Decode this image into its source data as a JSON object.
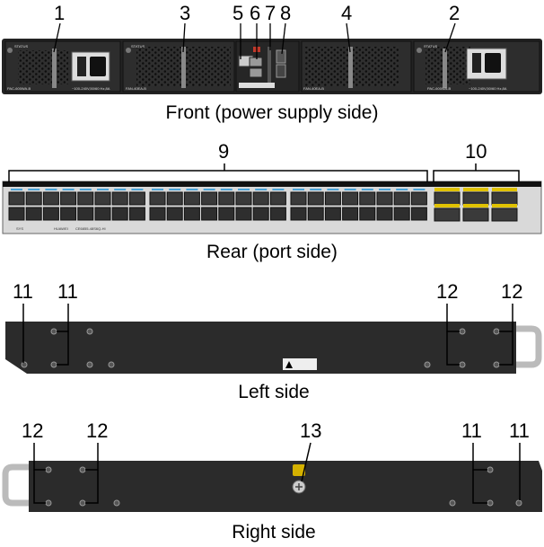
{
  "callouts": {
    "n1": "1",
    "n2": "2",
    "n3": "3",
    "n4": "4",
    "n5": "5",
    "n6": "6",
    "n7": "7",
    "n8": "8",
    "n9": "9",
    "n10": "10",
    "n11": "11",
    "n12": "12",
    "n13": "13"
  },
  "captions": {
    "front": "Front (power supply side)",
    "rear": "Rear (port side)",
    "left": "Left side",
    "right": "Right side"
  },
  "labels": {
    "status": "STATUS",
    "psu_model": "PAC-600WA-B",
    "psu_rating": "~100-240V,50/60 Hz,8A",
    "fan_model": "FAN-40EA-B",
    "brand": "HUAWEI",
    "model": "CE6855-48S6Q-HI"
  },
  "colors": {
    "chassis": "#2b2b2b",
    "mesh": "#1c1c1c",
    "port_ok": "#4aa3d8",
    "qsfp": "#e0c200",
    "ground": "#d4b100"
  }
}
